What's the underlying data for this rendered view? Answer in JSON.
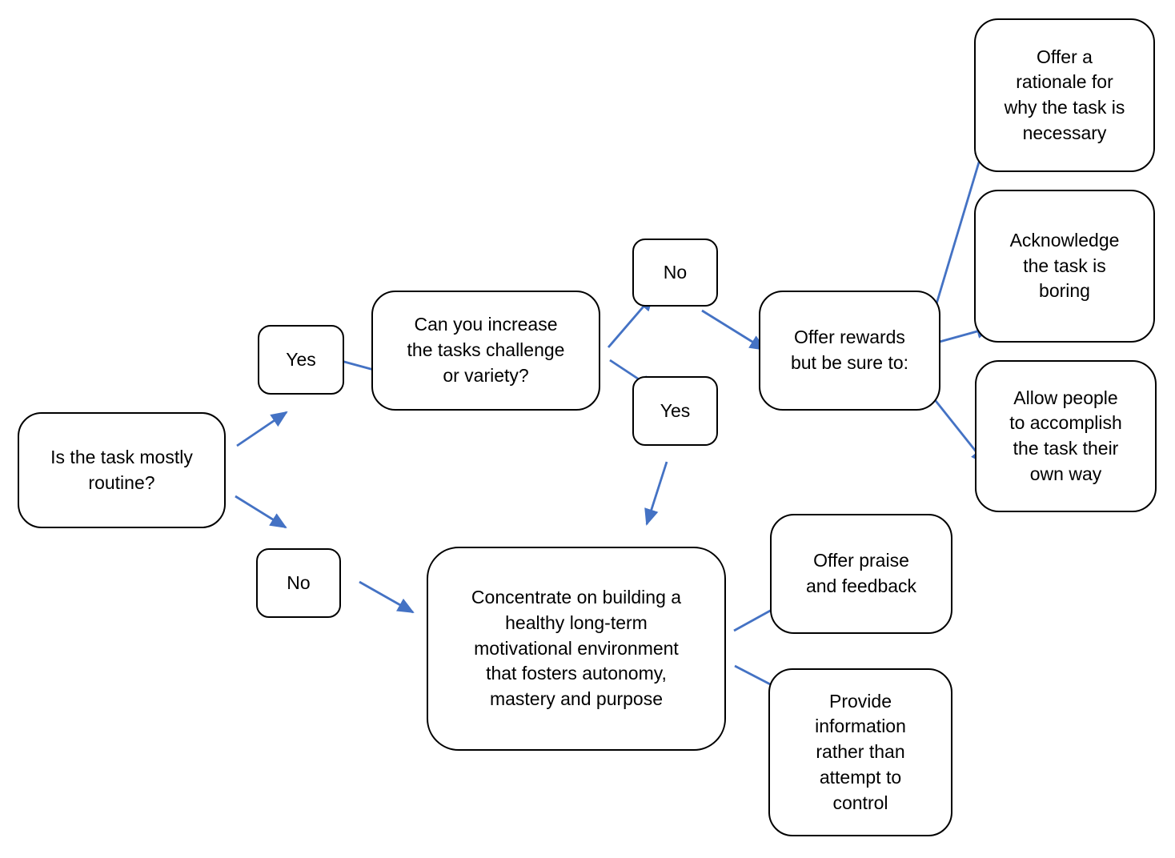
{
  "diagram": {
    "type": "flowchart",
    "colors": {
      "arrow": "#4472C4",
      "node_border": "#000000",
      "node_fill": "#FFFFFF",
      "text": "#000000",
      "page_background": "#FFFFFF"
    },
    "nodes": {
      "root": {
        "label": "Is the task mostly\nroutine?"
      },
      "yes_top": {
        "label": "Yes"
      },
      "no_bottom": {
        "label": "No"
      },
      "increase": {
        "label": "Can you increase\nthe tasks challenge\nor variety?"
      },
      "no_mid": {
        "label": "No"
      },
      "yes_mid": {
        "label": "Yes"
      },
      "rewards": {
        "label": "Offer rewards\nbut be sure to:"
      },
      "rationale": {
        "label": "Offer a\nrationale for\nwhy the task is\nnecessary"
      },
      "acknowledge": {
        "label": "Acknowledge\nthe task is\nboring"
      },
      "own_way": {
        "label": "Allow people\nto accomplish\nthe task their\nown way"
      },
      "concentrate": {
        "label": "Concentrate on building a\nhealthy long-term\nmotivational environment\nthat fosters autonomy,\nmastery and purpose"
      },
      "praise": {
        "label": "Offer praise\nand feedback"
      },
      "provide": {
        "label": "Provide\ninformation\nrather than\nattempt to\ncontrol"
      }
    },
    "edges": [
      {
        "from": "root",
        "to": "yes_top"
      },
      {
        "from": "root",
        "to": "no_bottom"
      },
      {
        "from": "yes_top",
        "to": "increase"
      },
      {
        "from": "increase",
        "to": "no_mid"
      },
      {
        "from": "increase",
        "to": "yes_mid"
      },
      {
        "from": "no_mid",
        "to": "rewards"
      },
      {
        "from": "rewards",
        "to": "rationale"
      },
      {
        "from": "rewards",
        "to": "acknowledge"
      },
      {
        "from": "rewards",
        "to": "own_way"
      },
      {
        "from": "yes_mid",
        "to": "concentrate"
      },
      {
        "from": "no_bottom",
        "to": "concentrate"
      },
      {
        "from": "concentrate",
        "to": "praise"
      },
      {
        "from": "concentrate",
        "to": "provide"
      }
    ]
  }
}
